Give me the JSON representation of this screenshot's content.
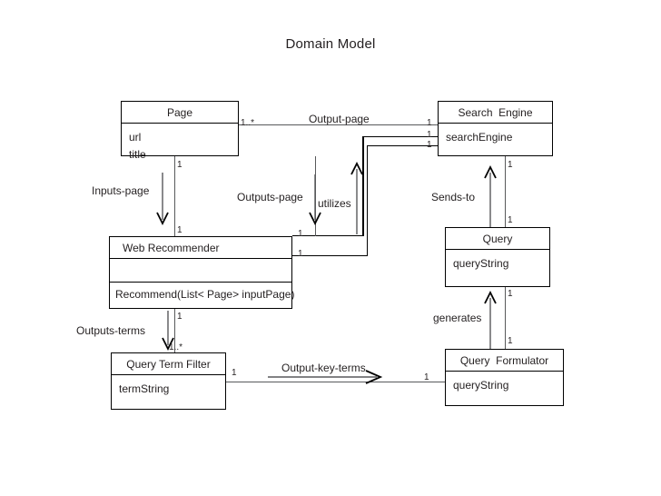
{
  "diagram": {
    "title": "Domain Model",
    "type": "uml-class-diagram"
  },
  "classes": [
    {
      "id": "page",
      "name": "Page",
      "attributes": [
        "url",
        "title"
      ],
      "operations": []
    },
    {
      "id": "search-engine",
      "name": "Search  Engine",
      "attributes": [
        "searchEngine"
      ],
      "operations": []
    },
    {
      "id": "web-recommender",
      "name": "Web Recommender",
      "attributes": [],
      "operations": [
        "Recommend(List< Page> inputPage)"
      ]
    },
    {
      "id": "query",
      "name": "Query",
      "attributes": [
        "queryString"
      ],
      "operations": []
    },
    {
      "id": "query-term-filter",
      "name": "Query Term Filter",
      "attributes": [
        "termString"
      ],
      "operations": []
    },
    {
      "id": "query-formulator",
      "name": "Query  Formulator",
      "attributes": [
        "queryString"
      ],
      "operations": []
    }
  ],
  "relationships": [
    {
      "id": "output-page",
      "label": "Output-page",
      "from": "page",
      "to": "search-engine",
      "from_mult": "1..*",
      "to_mult": "1"
    },
    {
      "id": "inputs-page",
      "label": "Inputs-page",
      "from": "page",
      "to": "web-recommender",
      "from_mult": "1",
      "to_mult": "1"
    },
    {
      "id": "outputs-page",
      "label": "Outputs-page",
      "from": "page",
      "to": "web-recommender",
      "from_mult": "",
      "to_mult": ""
    },
    {
      "id": "utilizes",
      "label": "utilizes",
      "from": "web-recommender",
      "to": "search-engine",
      "from_mult": "1",
      "to_mult": "1"
    },
    {
      "id": "sends-to",
      "label": "Sends-to",
      "from": "query",
      "to": "search-engine",
      "from_mult": "1",
      "to_mult": "1"
    },
    {
      "id": "generates",
      "label": "generates",
      "from": "query-formulator",
      "to": "query",
      "from_mult": "1",
      "to_mult": "1"
    },
    {
      "id": "outputs-terms",
      "label": "Outputs-terms",
      "from": "web-recommender",
      "to": "query-term-filter",
      "from_mult": "1",
      "to_mult": "1..*"
    },
    {
      "id": "output-key-terms",
      "label": "Output-key-terms",
      "from": "query-term-filter",
      "to": "query-formulator",
      "from_mult": "1",
      "to_mult": "1"
    }
  ],
  "multiplicity_labels": {
    "page_right": "1..*",
    "search_engine_left_1": "1",
    "search_engine_left_2": "1",
    "search_engine_left_3": "1",
    "page_bottom": "1",
    "web_recommender_top": "1",
    "web_recommender_right_1": "1",
    "web_recommender_right_2": "1",
    "web_recommender_bottom": "1",
    "search_engine_bottom": "1",
    "query_top": "1",
    "query_bottom": "1",
    "query_term_filter_top": "1..*",
    "query_term_filter_right": "1",
    "query_formulator_top": "1",
    "query_formulator_left": "1"
  }
}
